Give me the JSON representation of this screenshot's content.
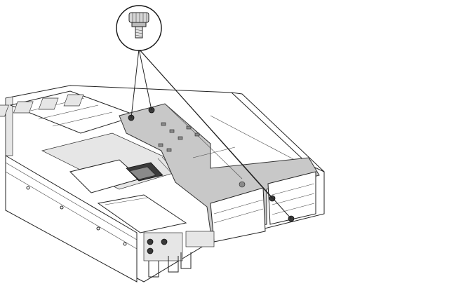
{
  "figure": {
    "callout_part": "thumbscrew",
    "highlighted_part": "expansion-card-riser-bracket",
    "screw_count": 4
  }
}
